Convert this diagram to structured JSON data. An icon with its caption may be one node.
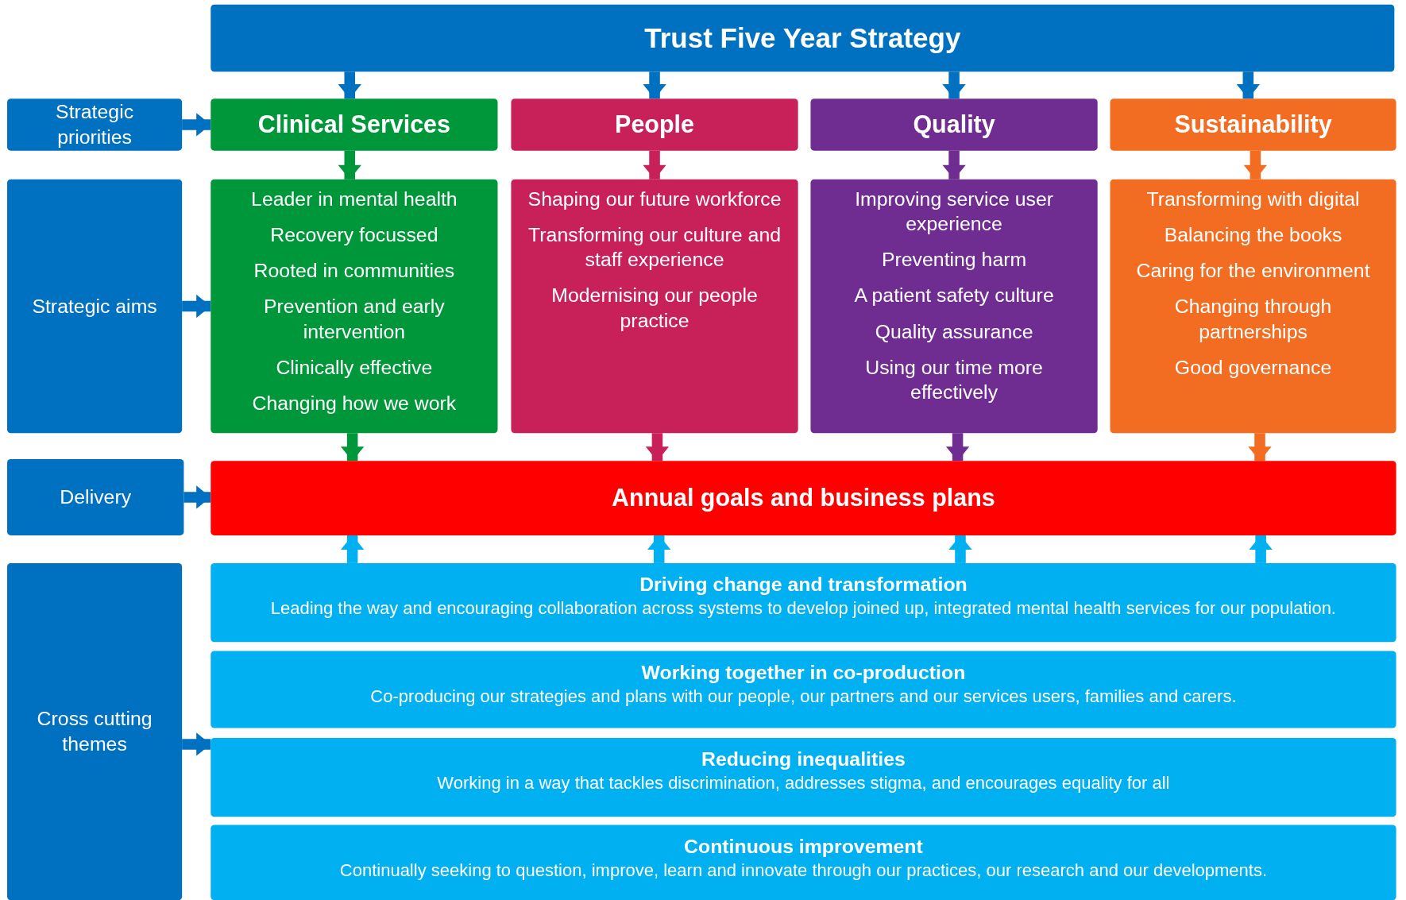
{
  "diagram": {
    "nodes": [
      {
        "text": [
          "Trust Five Year Strategy"
        ]
      },
      {
        "text": [
          "Strategic priorities"
        ]
      },
      {
        "text": [
          "Clinical Services"
        ]
      },
      {
        "text": [
          "People"
        ]
      },
      {
        "text": [
          "Quality"
        ]
      },
      {
        "text": [
          "Sustainability"
        ]
      },
      {
        "text": [
          "Strategic aims"
        ]
      },
      {
        "text": [
          "Leader in mental health",
          "Recovery focussed",
          "Rooted in communities",
          "Prevention and early intervention",
          "Clinically effective",
          "Changing how we work"
        ]
      },
      {
        "text": [
          "Shaping our future workforce",
          "Transforming our culture and staff experience",
          "Modernising our people practice"
        ]
      },
      {
        "text": [
          "Improving service user experience",
          "Preventing harm",
          "A patient safety culture",
          "Quality assurance",
          "Using our time more effectively"
        ]
      },
      {
        "text": [
          "Transforming with digital",
          "Balancing the books",
          "Caring for the environment",
          "Changing through partnerships",
          "Good governance"
        ]
      },
      {
        "text": [
          "Delivery"
        ]
      },
      {
        "text": [
          "Annual goals and business plans"
        ]
      },
      {
        "text": [
          "Cross cutting themes"
        ]
      },
      {
        "text": [
          "Driving change and transformation",
          "Leading the way and encouraging collaboration across systems to develop joined up, integrated mental health services for our population."
        ]
      },
      {
        "text": [
          "Working together in co-production",
          "Co-producing our strategies and plans with our people, our partners and our services users, families and carers."
        ]
      },
      {
        "text": [
          "Reducing inequalities",
          "Working in a way that tackles discrimination, addresses stigma, and encourages equality for all"
        ]
      },
      {
        "text": [
          "Continuous improvement",
          "Continually seeking to question, improve, learn and innovate through our practices, our research and our developments."
        ]
      }
    ],
    "edges": [
      {
        "from": 0,
        "to": 2,
        "arrow": "to"
      },
      {
        "from": 0,
        "to": 3,
        "arrow": "to"
      },
      {
        "from": 0,
        "to": 4,
        "arrow": "to"
      },
      {
        "from": 0,
        "to": 5,
        "arrow": "to"
      },
      {
        "from": 1,
        "to": 2,
        "arrow": "to"
      },
      {
        "from": 2,
        "to": 7,
        "arrow": "to",
        "color": "#00973a"
      },
      {
        "from": 3,
        "to": 8,
        "arrow": "to",
        "color": "#c8215a"
      },
      {
        "from": 4,
        "to": 9,
        "arrow": "to",
        "color": "#6f2c91"
      },
      {
        "from": 5,
        "to": 10,
        "arrow": "to",
        "color": "#f26d21"
      },
      {
        "from": 6,
        "to": 7,
        "arrow": "to"
      },
      {
        "from": 7,
        "to": 12,
        "arrow": "to",
        "color": "#00973a"
      },
      {
        "from": 8,
        "to": 12,
        "arrow": "to",
        "color": "#c8215a"
      },
      {
        "from": 9,
        "to": 12,
        "arrow": "to",
        "color": "#6f2c91"
      },
      {
        "from": 10,
        "to": 12,
        "arrow": "to",
        "color": "#f26d21"
      },
      {
        "from": 11,
        "to": 12,
        "arrow": "to"
      },
      {
        "from": 14,
        "to": 12,
        "arrow": "to",
        "color": "#00b0f0"
      },
      {
        "from": 14,
        "to": 12,
        "arrow": "to",
        "color": "#00b0f0"
      },
      {
        "from": 14,
        "to": 12,
        "arrow": "to",
        "color": "#00b0f0"
      },
      {
        "from": 14,
        "to": 12,
        "arrow": "to",
        "color": "#00b0f0"
      },
      {
        "from": 13,
        "to": 16,
        "arrow": "to"
      }
    ]
  }
}
